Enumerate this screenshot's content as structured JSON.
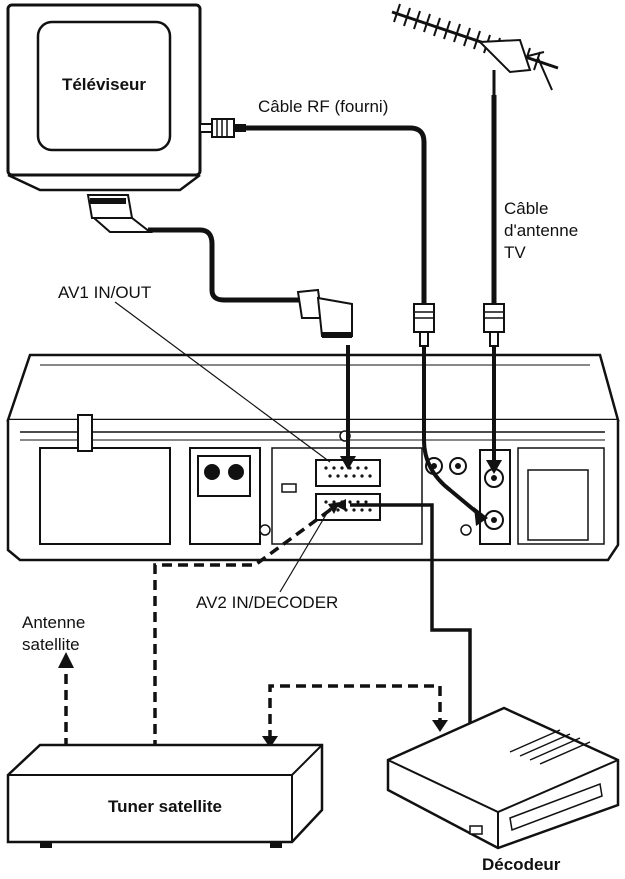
{
  "labels": {
    "tv": "Téléviseur",
    "rf_cable": "Câble RF (fourni)",
    "antenna_cable_1": "Câble",
    "antenna_cable_2": "d'antenne",
    "antenna_cable_3": "TV",
    "av1": "AV1 IN/OUT",
    "av2": "AV2 IN/DECODER",
    "sat_antenna_1": "Antenne",
    "sat_antenna_2": "satellite",
    "tuner": "Tuner satellite",
    "decoder": "Décodeur"
  }
}
